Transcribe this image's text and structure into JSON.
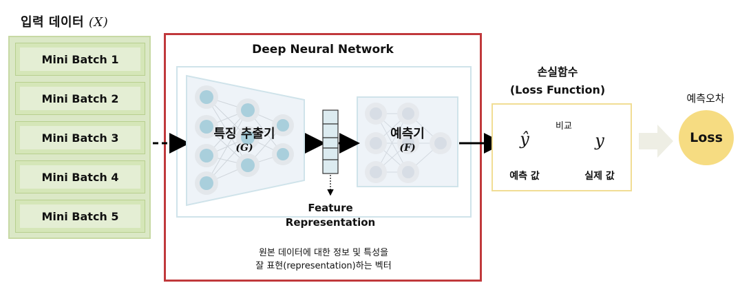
{
  "input": {
    "title": "입력 데이터",
    "symbol": "(X)",
    "batches": [
      "Mini Batch 1",
      "Mini Batch 2",
      "Mini Batch 3",
      "Mini Batch 4",
      "Mini Batch 5"
    ]
  },
  "network": {
    "title": "Deep Neural Network",
    "extractor_label": "특징 추출기",
    "extractor_symbol": "(G)",
    "predictor_label": "예측기",
    "predictor_symbol": "(F)",
    "feature_line1": "Feature",
    "feature_line2": "Representation",
    "desc_line1": "원본 데이터에 대한 정보 및 특성을",
    "desc_line2": "잘 표현(representation)하는 벡터"
  },
  "loss": {
    "title_line1": "손실함수",
    "title_line2": "(Loss Function)",
    "compare_label": "비교",
    "pred_symbol": "ŷ",
    "true_symbol": "y",
    "pred_label": "예측 값",
    "true_label": "실제 값"
  },
  "output": {
    "error_label": "예측오차",
    "loss_text": "Loss"
  },
  "colors": {
    "batch_green": "#d5e6b8",
    "dnn_border": "#c0383b",
    "node_blue": "#a9cfdc",
    "node_gray": "#e6e9ed",
    "pred_node": "#b9cbe3",
    "true_node": "#d8e2b6",
    "loss_yellow": "#f6dc82"
  }
}
